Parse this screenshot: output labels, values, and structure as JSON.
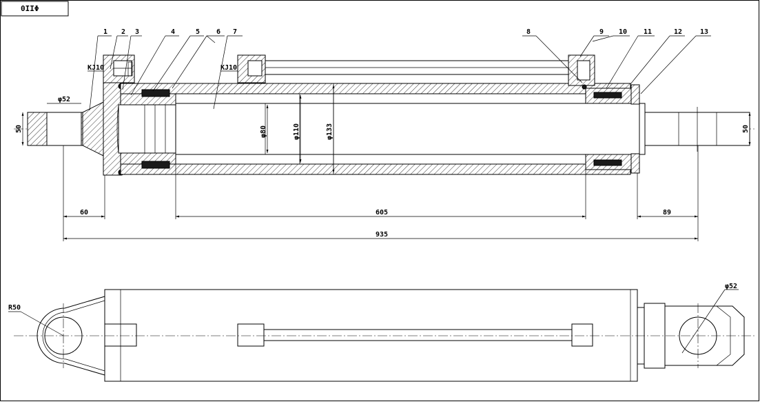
{
  "title_block": {
    "code": "0IIΦ"
  },
  "parts": {
    "p1": "1",
    "p2": "2",
    "p3": "3",
    "p4": "4",
    "p5": "5",
    "p6": "6",
    "p7": "7",
    "p8": "8",
    "p9": "9",
    "p10": "10",
    "p11": "11",
    "p12": "12",
    "p13": "13"
  },
  "fittings": {
    "left": "KJ10",
    "middle": "KJ10"
  },
  "dimensions": {
    "pin_dia_left": "φ52",
    "height_left": "50",
    "height_right": "50",
    "rod_dia": "φ80",
    "bore_dia": "φ110",
    "tube_od": "φ133",
    "end_left": "60",
    "stroke": "605",
    "end_right": "89",
    "total": "935",
    "eye_radius": "R50",
    "pin_dia_right": "φ52"
  }
}
